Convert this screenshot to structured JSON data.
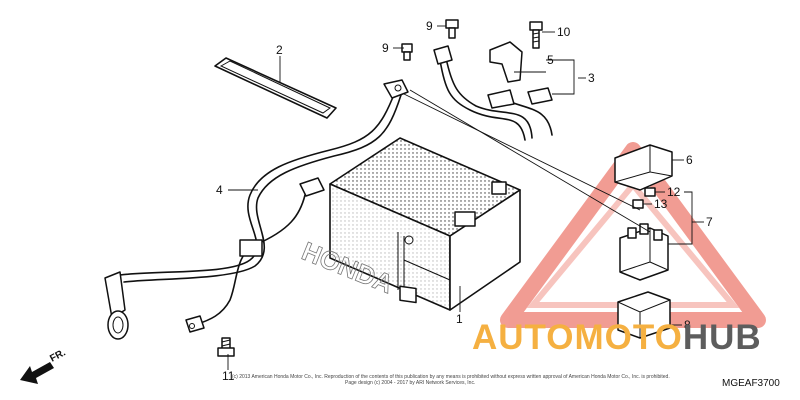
{
  "callouts": {
    "c1": "1",
    "c2": "2",
    "c3": "3",
    "c4": "4",
    "c5": "5",
    "c6": "6",
    "c7": "7",
    "c8": "8",
    "c9a": "9",
    "c9b": "9",
    "c10": "10",
    "c11": "11",
    "c12": "12",
    "c13": "13"
  },
  "direction_label": "FR.",
  "diagram_code": "MGEAF3700",
  "battery_brand": "HONDA",
  "watermark": {
    "part1": "AUTOMOTO",
    "part2": "HUB",
    "color_orange": "#f5b041",
    "color_gray": "#5d5d5d",
    "triangle_color": "#e74c3c"
  },
  "copyright": {
    "line1": "(c) 2013 American Honda Motor Co., Inc. Reproduction of the contents of this publication by any means is prohibited without express written approval of American Honda Motor Co., Inc. is prohibited.",
    "line2": "Page design (c) 2004 - 2017 by ARI Network Services, Inc."
  }
}
